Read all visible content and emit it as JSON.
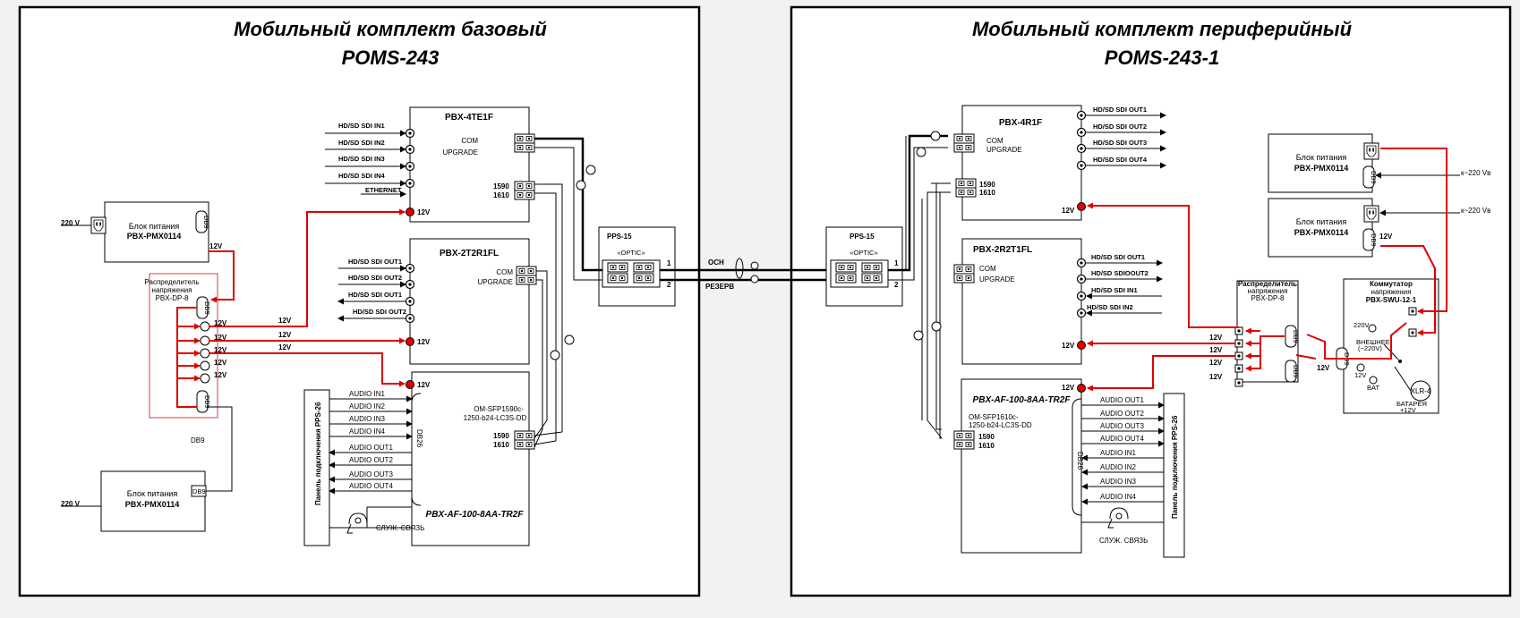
{
  "colors": {
    "power": "#e00000",
    "frame": "#000000",
    "background": "#f2f2f2"
  },
  "left": {
    "title_line1": "Мобильный комплект базовый",
    "title_line2": "POMS-243",
    "pbx4te1f": {
      "name": "PBX-4TE1F",
      "inputs": [
        "HD/SD SDI IN1",
        "HD/SD SDI IN2",
        "HD/SD SDI IN3",
        "HD/SD SDI IN4",
        "ETHERNET"
      ],
      "com": "COM",
      "upgrade": "UPGRADE",
      "wl1": "1590",
      "wl2": "1610",
      "v": "12V"
    },
    "pbx2t2r1fl": {
      "name": "PBX-2T2R1FL",
      "ports": [
        "HD/SD SDI OUT1",
        "HD/SD SDI OUT2",
        "HD/SD SDI OUT1",
        "HD/SD SDI OUT2"
      ],
      "com": "COM",
      "upgrade": "UPGRADE",
      "v": "12V"
    },
    "pbxaf": {
      "name": "PBX-AF-100-8AA-TR2F",
      "sfp1": "OM-SFP1590c-",
      "sfp2": "1250-b24-LC3S-DD",
      "wl1": "1590",
      "wl2": "1610",
      "v": "12V",
      "db": "DB26"
    },
    "audio": [
      "AUDIO   IN1",
      "AUDIO   IN2",
      "AUDIO   IN3",
      "AUDIO   IN4",
      "AUDIO OUT1",
      "AUDIO  OUT2",
      "AUDIO OUT3",
      "AUDIO OUT4"
    ],
    "intercom": "СЛУЖ. СВЯЗЬ",
    "panel": "Панель подключения  PPS-26",
    "psu1": {
      "l1": "Блок питания",
      "l2": "PBX-PMX0114",
      "in": "220 V",
      "db": "DB9",
      "out": "12V"
    },
    "psu2": {
      "l1": "Блок питания",
      "l2": "PBX-PMX0114",
      "in": "220 V",
      "db": "DB9"
    },
    "dist": {
      "l1": "Распределитель",
      "l2": "напряжения",
      "l3": "PBX-DP-8",
      "db_top": "DB9",
      "db_bot": "DB9",
      "db_below": "DB9",
      "outs": [
        "12V",
        "12V",
        "12V",
        "12V",
        "12V"
      ],
      "wire": [
        "12V",
        "12V",
        "12V"
      ]
    },
    "pps": {
      "name": "PPS-15",
      "optic": "«OPTIC»",
      "p1": "1",
      "p2": "2"
    }
  },
  "link": {
    "main": "ОСН",
    "reserve": "РЕЗЕРВ"
  },
  "right": {
    "title_line1": "Мобильный комплект периферийный",
    "title_line2": "POMS-243-1",
    "pps": {
      "name": "PPS-15",
      "optic": "«OPTIC»",
      "p1": "1",
      "p2": "2"
    },
    "pbx4r1f": {
      "name": "PBX-4R1F",
      "outputs": [
        "HD/SD SDI OUT1",
        "HD/SD SDI OUT2",
        "HD/SD SDI OUT3",
        "HD/SD SDI OUT4"
      ],
      "com": "COM",
      "upgrade": "UPGRADE",
      "wl1": "1590",
      "wl2": "1610",
      "v": "12V"
    },
    "pbx2r2t1fl": {
      "name": "PBX-2R2T1FL",
      "ports": [
        "HD/SD SDI OUT1",
        "HD/SD SDIOOUT2",
        "HD/SD SDI IN1",
        "HD/SD SDI IN2"
      ],
      "com": "COM",
      "upgrade": "UPGRADE",
      "v": "12V"
    },
    "pbxaf": {
      "name": "PBX-AF-100-8AA-TR2F",
      "sfp1": "OM-SFP1610c-",
      "sfp2": "1250-b24-LC3S-DD",
      "wl1": "1590",
      "wl2": "1610",
      "v": "12V",
      "db": "DB26"
    },
    "audio": [
      "AUDIO  OUT1",
      "AUDIO  OUT2",
      "AUDIO  OUT3",
      "AUDIO  OUT4",
      "AUDIO   IN1",
      "AUDIO   IN2",
      "AUDIO   IN3",
      "AUDIO   IN4"
    ],
    "intercom": "СЛУЖ. СВЯЗЬ",
    "panel": "Панель подключения  PPS-26",
    "psu1": {
      "l1": "Блок питания",
      "l2": "PBX-PMX0114",
      "db": "DB9",
      "in": "к~220 Vв"
    },
    "psu2": {
      "l1": "Блок питания",
      "l2": "PBX-PMX0114",
      "db": "DB9",
      "in": "к~220 Vв",
      "out": "12V"
    },
    "dist": {
      "l1": "Распределитель",
      "l2": "напряжения",
      "l3": "PBX-DP-8",
      "db1": "DB9",
      "db2": "DB9",
      "outs": [
        "12V",
        "12V",
        "12V",
        "12V"
      ]
    },
    "switch": {
      "l1": "Коммутатор",
      "l2": "напряжения",
      "l3": "PBX-SWU-12-1",
      "v220": "220V",
      "ext1": "ВНЕШНЕЕ",
      "ext2": "(~220V)",
      "v12": "12V",
      "bat": "BAT",
      "bat1": "БАТАРЕЯ",
      "bat2": "+12V",
      "db": "DB9",
      "xlr": "XLR-4",
      "in": "12V"
    }
  }
}
